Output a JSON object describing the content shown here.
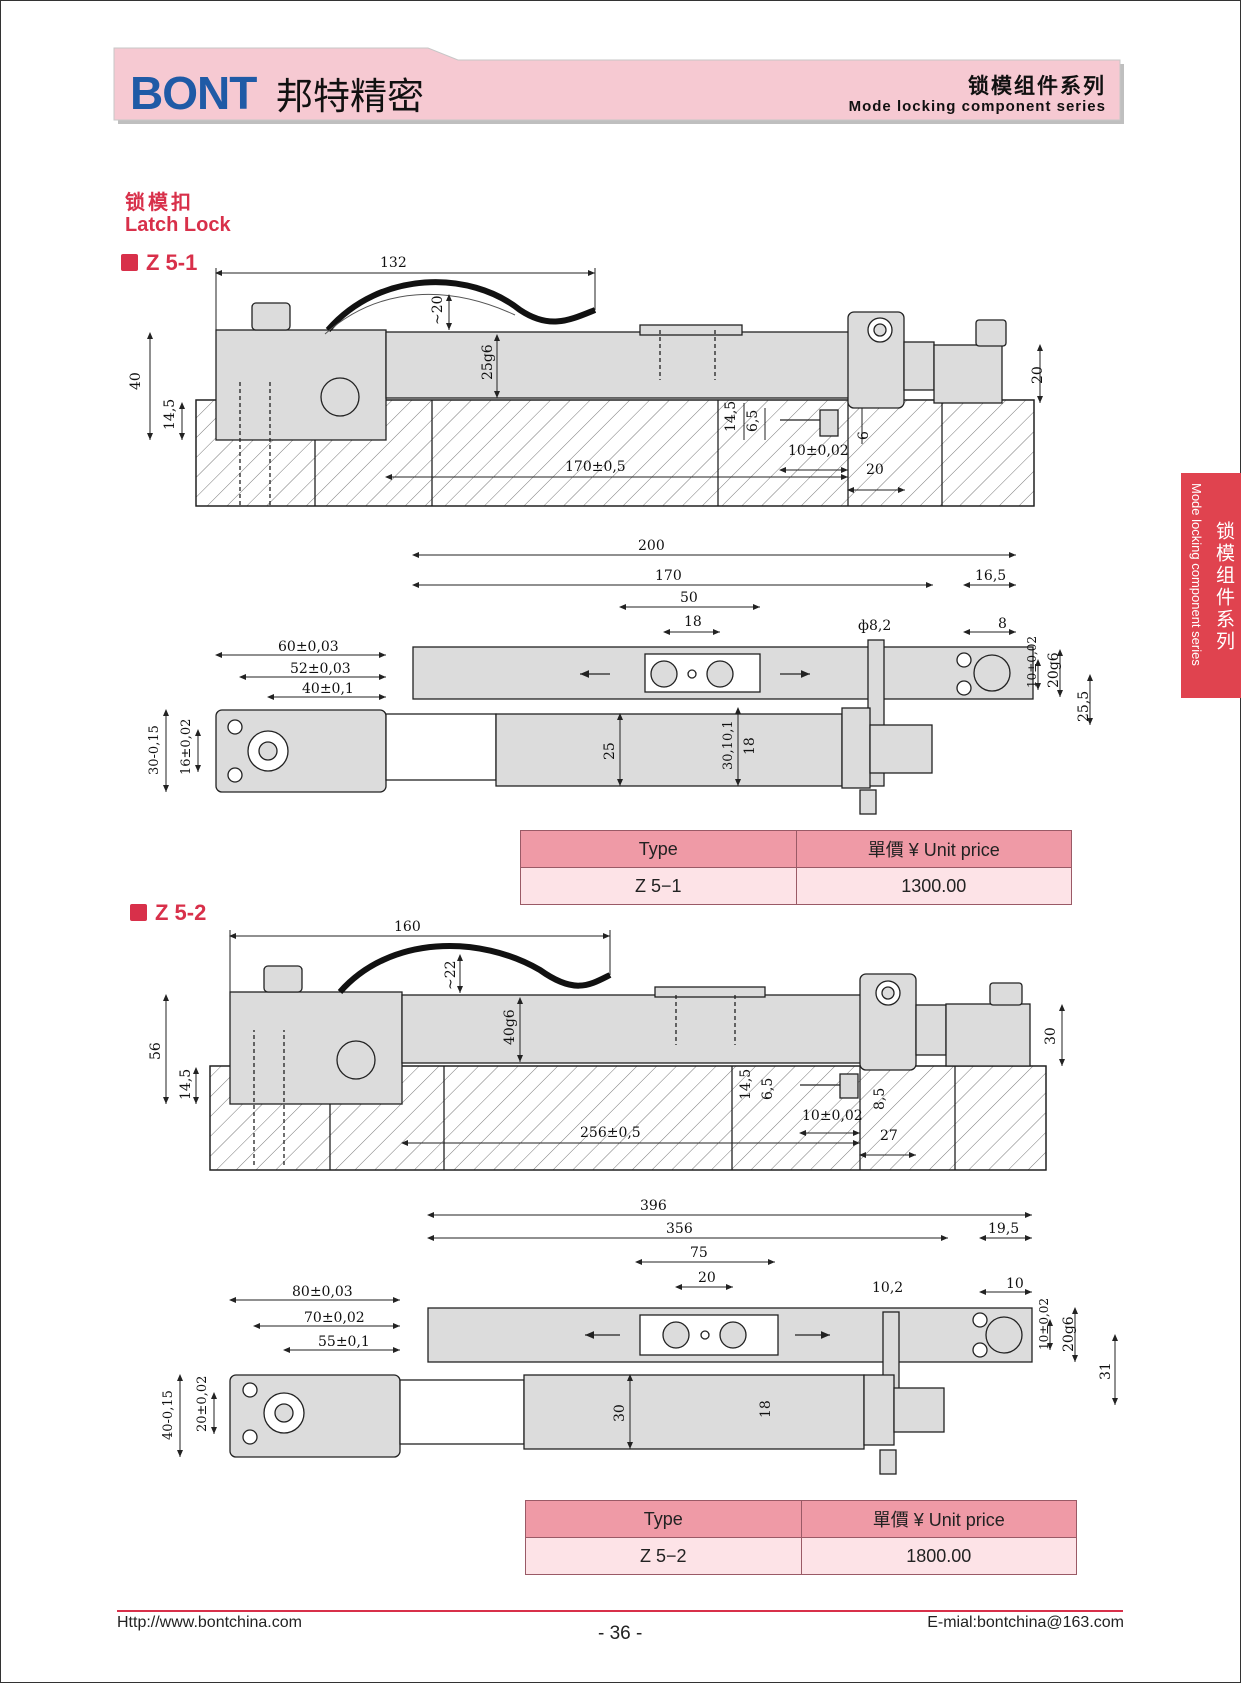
{
  "header": {
    "logo_text": "BONT",
    "brand_cn": "邦特精密",
    "series_cn": "锁模组件系列",
    "series_en": "Mode locking component series"
  },
  "section": {
    "title_cn": "锁模扣",
    "title_en": "Latch Lock"
  },
  "side_tab": {
    "cn": "锁模组件系列",
    "en": "Mode locking component series"
  },
  "models": [
    {
      "name": "Z 5-1",
      "side_dims": {
        "overall": "132",
        "clearance": "~20",
        "height": "40",
        "base": "14,5",
        "bar": "25g6",
        "span": "170±0,5",
        "step": "14,5",
        "pin": "6,5",
        "pin_off": "10±0,02",
        "gap": "6",
        "block": "20",
        "right_h": "20"
      },
      "top_dims": {
        "total": "200",
        "length": "170",
        "holes": "50",
        "hole_pitch": "18",
        "pin_dia": "ф8,2",
        "end": "16,5",
        "end_hole": "8",
        "h1": "10±0,02",
        "h2": "20g6",
        "h3": "25,5",
        "l1": "60±0,03",
        "l2": "52±0,03",
        "l3": "40±0,1",
        "w1": "30-0,15",
        "w2": "16±0,02",
        "w3": "25",
        "w4": "30,10,1",
        "w5": "18"
      },
      "table": {
        "type_header": "Type",
        "price_header": "單價 ¥ Unit price",
        "type": "Z 5−1",
        "price": "1300.00"
      }
    },
    {
      "name": "Z 5-2",
      "side_dims": {
        "overall": "160",
        "clearance": "~22",
        "height": "56",
        "base": "14,5",
        "bar": "40g6",
        "span": "256±0,5",
        "step": "14,5",
        "pin": "6,5",
        "pin_off": "10±0,02",
        "gap": "8,5",
        "block": "27",
        "right_h": "30"
      },
      "top_dims": {
        "total": "396",
        "length": "356",
        "holes": "75",
        "hole_pitch": "20",
        "pin_dia": "10,2",
        "end": "19,5",
        "end_hole": "10",
        "h1": "10±0,02",
        "h2": "20g6",
        "h3": "31",
        "l1": "80±0,03",
        "l2": "70±0,02",
        "l3": "55±0,1",
        "w1": "40-0,15",
        "w2": "20±0,02",
        "w3": "30",
        "w5": "18"
      },
      "table": {
        "type_header": "Type",
        "price_header": "單價 ¥ Unit price",
        "type": "Z 5−2",
        "price": "1800.00"
      }
    }
  ],
  "footer": {
    "url": "Http://www.bontchina.com",
    "page": "- 36 -",
    "email": "E-mial:bontchina@163.com"
  },
  "colors": {
    "accent": "#d8304a",
    "header_bg": "#f6c9d2",
    "table_header": "#ef9aa6",
    "table_cell": "#fde3e7",
    "part_fill": "#dcdcdc"
  }
}
